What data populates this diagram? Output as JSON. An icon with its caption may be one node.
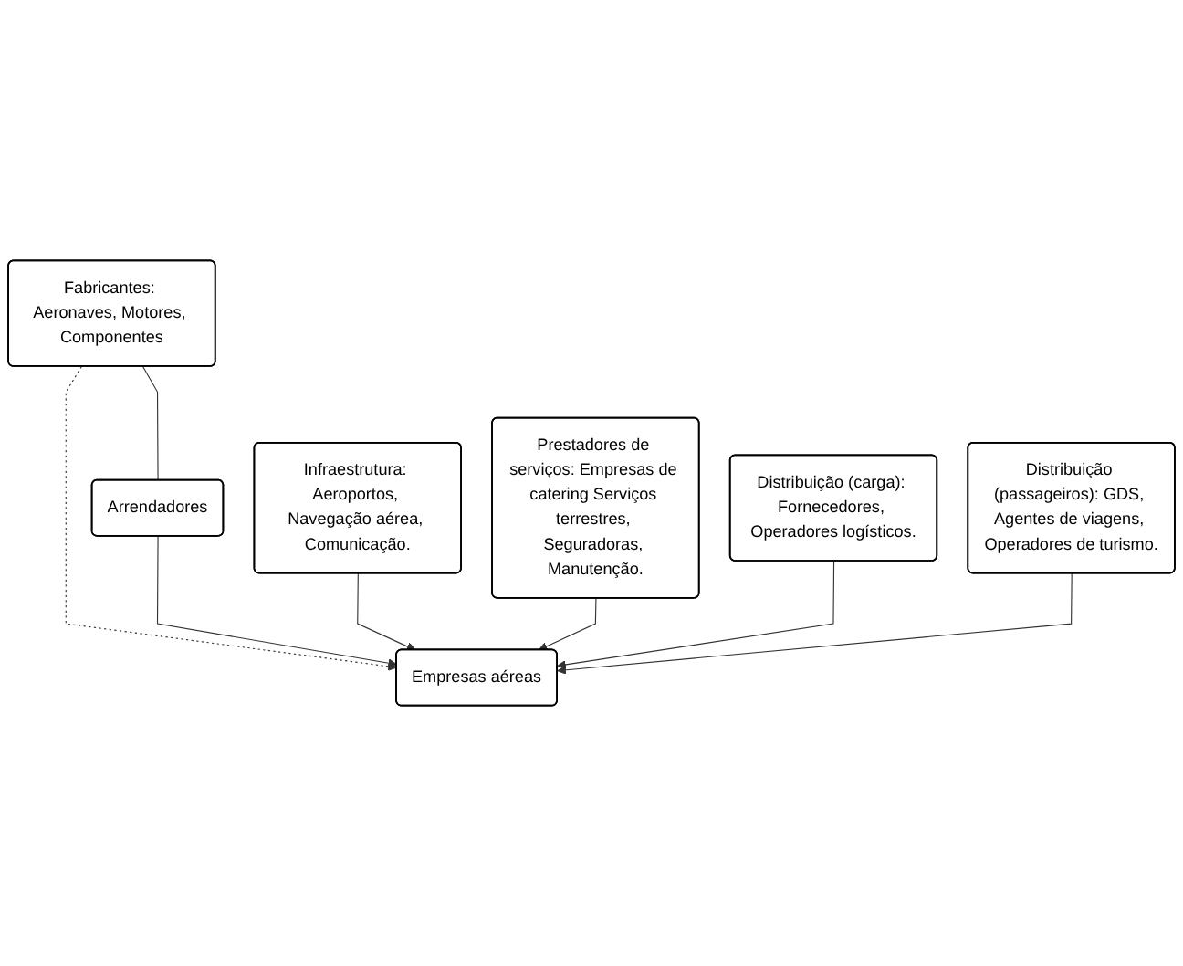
{
  "diagram": {
    "nodes": [
      {
        "text": [
          "Fabricantes: Aeronaves, Motores, Componentes"
        ]
      },
      {
        "text": [
          "Infraestrutura: Aeroportos, Navegação aérea, Comunicação."
        ]
      },
      {
        "text": [
          "Prestadores de serviços: Empresas de catering Serviços terrestres, Seguradoras, Manutenção."
        ]
      },
      {
        "text": [
          "Arrendadores"
        ]
      },
      {
        "text": [
          "Empresas aéreas"
        ]
      },
      {
        "text": [
          "Distribuição (carga): Fornecedores, Operadores logísticos."
        ]
      },
      {
        "text": [
          "Distribuição (passageiros): GDS, Agentes de viagens, Operadores de turismo."
        ]
      }
    ],
    "edges": [
      {
        "from": 0,
        "to": 3,
        "arrow": "none"
      },
      {
        "from": 0,
        "to": 4,
        "arrow": "to",
        "style": "dashed"
      },
      {
        "from": 3,
        "to": 4,
        "arrow": "to"
      },
      {
        "from": 1,
        "to": 4,
        "arrow": "to"
      },
      {
        "from": 2,
        "to": 4,
        "arrow": "to"
      },
      {
        "from": 5,
        "to": 4,
        "arrow": "to"
      },
      {
        "from": 6,
        "to": 4,
        "arrow": "to"
      }
    ]
  }
}
